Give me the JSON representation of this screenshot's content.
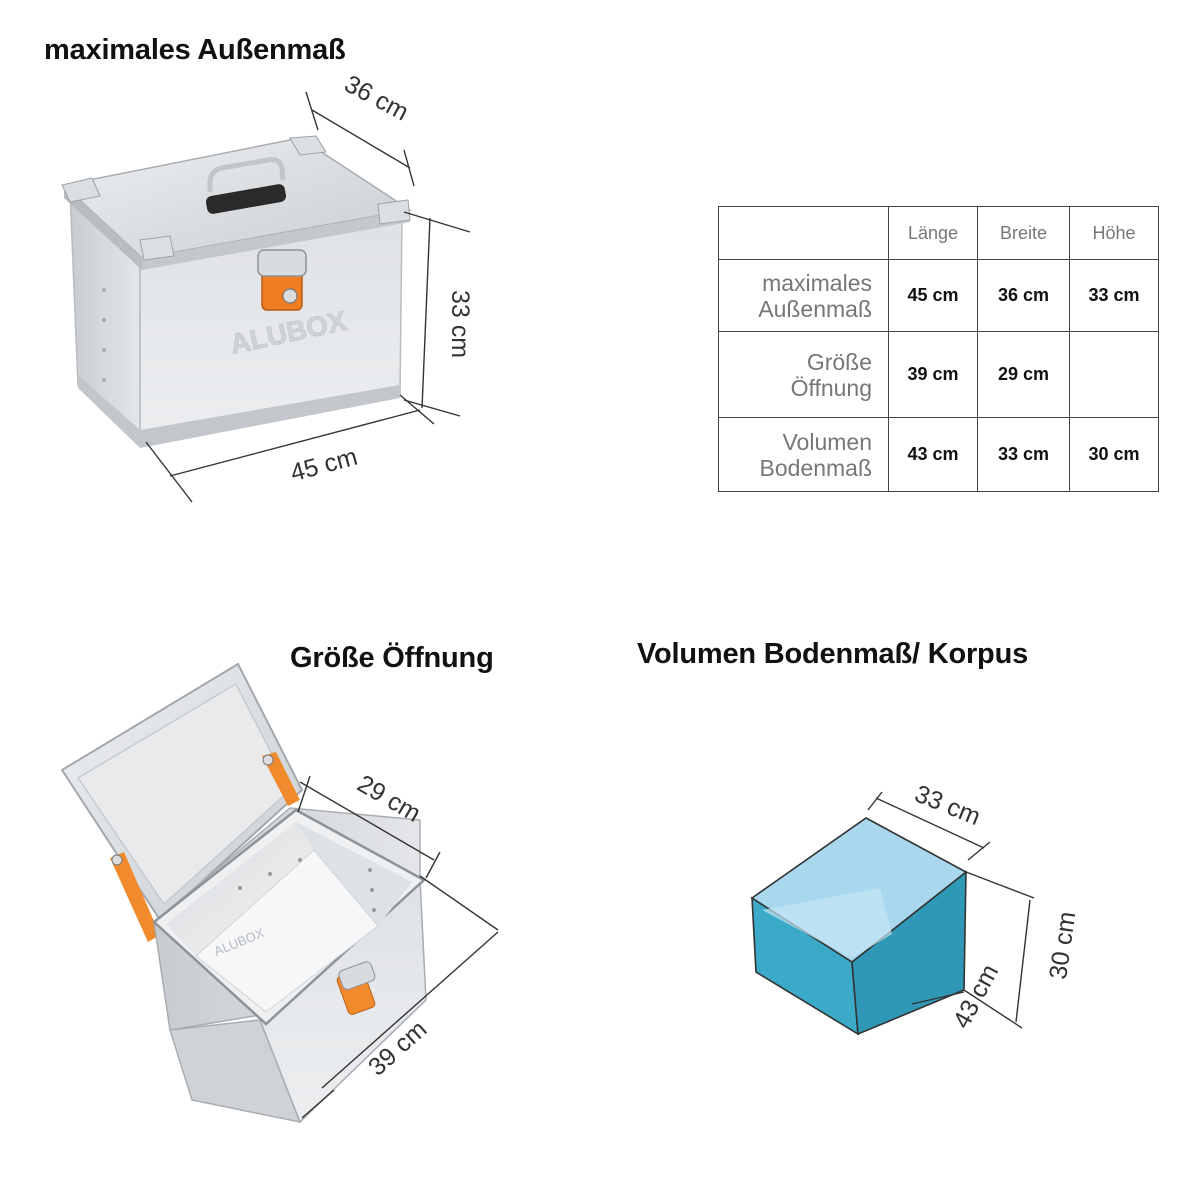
{
  "headings": {
    "outer": "maximales Außenmaß",
    "opening": "Größe Öffnung",
    "volume": "Volumen Bodenmaß/ Korpus"
  },
  "table": {
    "columns": [
      "",
      "Länge",
      "Breite",
      "Höhe"
    ],
    "rows": [
      {
        "label_line1": "maximales",
        "label_line2": "Außenmaß",
        "values": [
          "45 cm",
          "36 cm",
          "33 cm"
        ]
      },
      {
        "label_line1": "Größe",
        "label_line2": "Öffnung",
        "values": [
          "39 cm",
          "29 cm",
          ""
        ]
      },
      {
        "label_line1": "Volumen",
        "label_line2": "Bodenmaß",
        "values": [
          "43 cm",
          "33 cm",
          "30 cm"
        ]
      }
    ]
  },
  "box_closed": {
    "depth_label": "36 cm",
    "height_label": "33 cm",
    "length_label": "45 cm",
    "brand": "ALUBOX",
    "latch_color": "#f07d22"
  },
  "box_open": {
    "width_label": "29 cm",
    "length_label": "39 cm",
    "brand": "ALUBOX",
    "strap_color": "#f08a2c"
  },
  "volume_cube": {
    "width_label": "33 cm",
    "height_label": "30 cm",
    "length_label": "43 cm",
    "top_color": "#a9d8ee",
    "side_color": "#3aaac8"
  }
}
